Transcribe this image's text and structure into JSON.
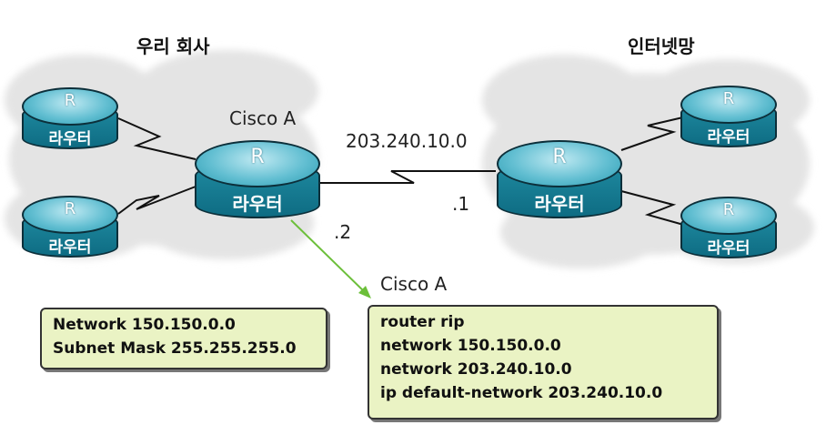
{
  "titles": {
    "left": "우리 회사",
    "right": "인터넷망"
  },
  "labels": {
    "cisco_router": "Cisco A",
    "network": "203.240.10.0",
    "ip_right": ".1",
    "ip_left": ".2",
    "cisco_box": "Cisco A"
  },
  "routers": {
    "letter": "R",
    "label": "라우터"
  },
  "left_box": {
    "lines": [
      "Network 150.150.0.0",
      "Subnet Mask 255.255.255.0"
    ]
  },
  "right_box": {
    "lines": [
      "router rip",
      "network 150.150.0.0",
      "network 203.240.10.0",
      "ip default-network 203.240.10.0"
    ]
  },
  "colors": {
    "box_fill": "#eaf3c4",
    "router_top": "#63bfd2",
    "router_body": "#1f8aa0",
    "arrow": "#6cbf3a",
    "cloud": "#e6e6e6"
  }
}
